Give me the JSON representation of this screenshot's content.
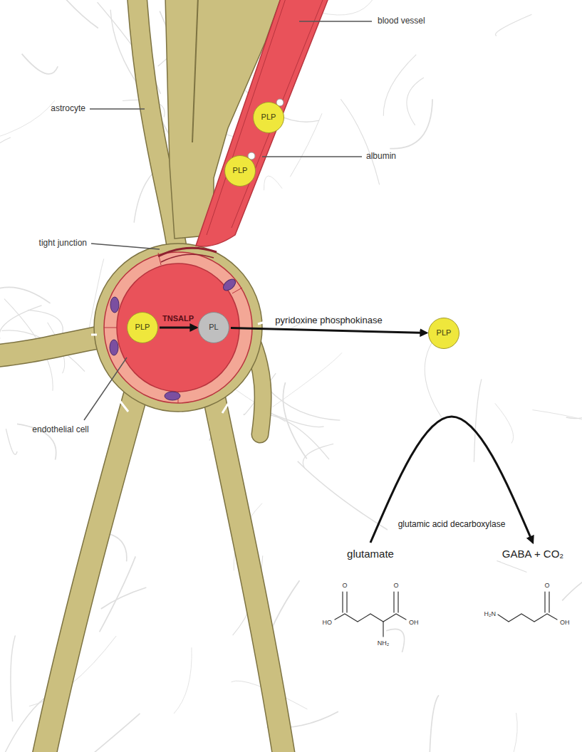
{
  "diagram": {
    "nodes": [
      {
        "text": [
          "PLP"
        ]
      },
      {
        "text": [
          "PLP"
        ]
      },
      {
        "text": [
          "PLP"
        ]
      },
      {
        "text": [
          "PL"
        ]
      },
      {
        "text": [
          "PLP"
        ]
      },
      {
        "text": [
          "glutamate"
        ]
      },
      {
        "text": [
          "GABA + CO₂"
        ]
      }
    ],
    "edges": [
      {
        "from": 2,
        "to": 3,
        "label": "TNSALP",
        "arrow": "to"
      },
      {
        "from": 3,
        "to": 4,
        "label": "pyridoxine phosphokinase",
        "arrow": "to"
      },
      {
        "from": 5,
        "to": 6,
        "label": "glutamic acid decarboxylase",
        "arrow": "to"
      }
    ],
    "labels": [
      "blood vessel",
      "astrocyte",
      "albumin",
      "tight junction",
      "endothelial cell",
      "O",
      "O",
      "HO",
      "OH",
      "NH₂",
      "O",
      "H₂N",
      "OH"
    ]
  }
}
